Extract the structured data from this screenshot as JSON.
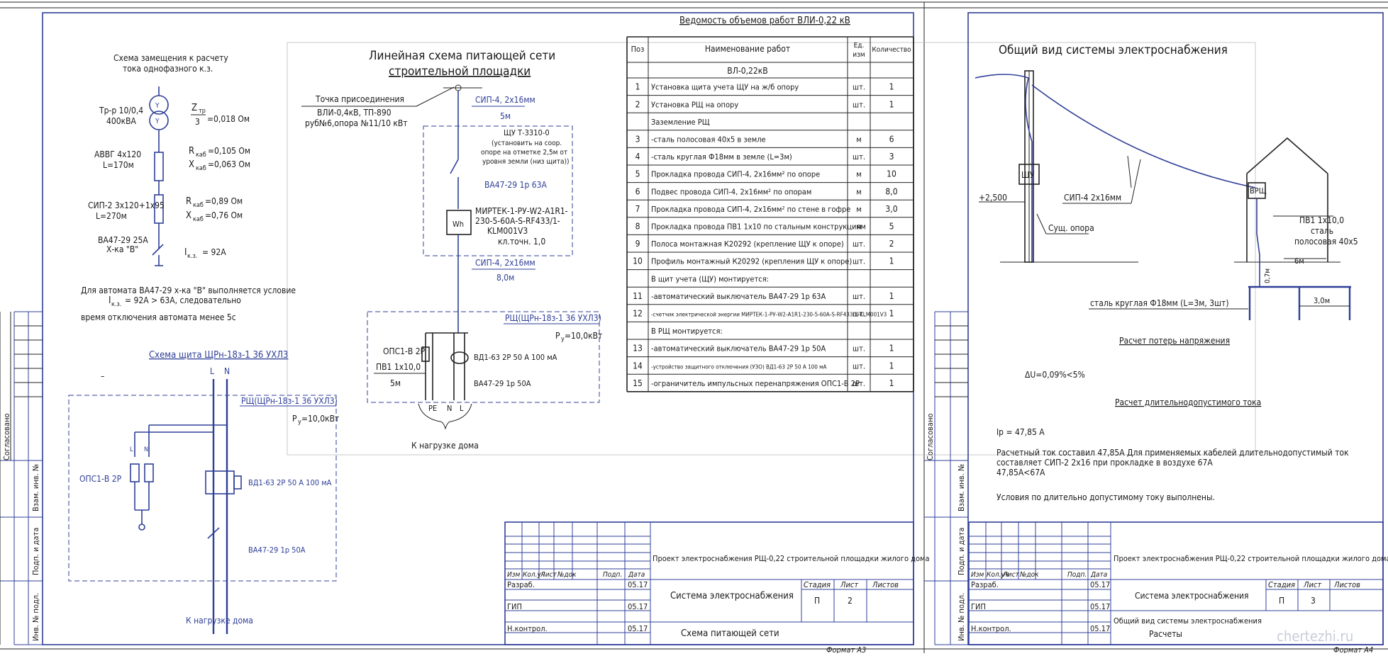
{
  "sheet1": {
    "format_label": "Формат А3",
    "calc_scheme": {
      "title_l1": "Схема замещения к расчету",
      "title_l2": "тока однофазного к.з.",
      "tr_l1": "Тр-р 10/0,4",
      "tr_l2": "400кВА",
      "ztr_label": "Z",
      "ztr_sub": "тр",
      "ztr_den": "3",
      "ztr_val": "=0,018 Ом",
      "cable1_l1": "АВВГ 4х120",
      "cable1_l2": "L=170м",
      "r1_label": "R",
      "r1_sub": "каб",
      "r1_val": "=0,105 Ом",
      "x1_label": "X",
      "x1_sub": "каб",
      "x1_val": "=0,063 Ом",
      "cable2_l1": "СИП-2 3х120+1х95",
      "cable2_l2": "L=270м",
      "r2_label": "R",
      "r2_sub": "каб",
      "r2_val": "=0,89 Ом",
      "x2_label": "X",
      "x2_sub": "каб",
      "x2_val": "=0,76 Ом",
      "breaker_l1": "ВА47-29 25А",
      "breaker_l2": "Х-ка \"В\"",
      "ik_label": "I",
      "ik_sub": "к.з.",
      "ik_val": "= 92А",
      "cond_l1": "Для автомата ВА47-29 х-ка \"В\" выполняется условие",
      "cond_l2_a": "I",
      "cond_l2_sub": "к.з.",
      "cond_l2_b": "= 92А > 63А, следовательно",
      "cond_l3": "время отключения автомата менее 5с"
    },
    "panel_scheme": {
      "title": "Схема щита ЩРн-18з-1 36 УХЛ3",
      "box_label": "РЩ(ЩРн-18з-1 36 УХЛ3)",
      "pu_label": "Р",
      "pu_sub": "у",
      "pu_val": "=10,0кВт",
      "L": "L",
      "N": "N",
      "opn": "ОПС1-В 2Р",
      "uzo": "ВД1-63 2Р 50 А 100 мА",
      "breaker": "ВА47-29 1р 50А",
      "to_load": "К нагрузке дома",
      "dash_mark": "–"
    },
    "line_scheme": {
      "title_l1": "Линейная схема питающей сети",
      "title_l2": "строительной площадки",
      "conn_l1": "Точка присоединения",
      "conn_l2": "ВЛИ-0,4кВ, ТП-890",
      "conn_l3": "руб№6,опора №11/10 кВт",
      "sip1": "СИП-4, 2х16мм",
      "sip1_len": "5м",
      "shu_l1": "ЩУ Т-3310-0",
      "shu_l2": "(установить на соор.",
      "shu_l3": "опоре на отметке 2,5м от",
      "shu_l4": "уровня земли (низ щита))",
      "ba63": "ВА47-29 1р 63А",
      "wh": "Wh",
      "meter_l1": "МИРТЕК-1-РУ-W2-А1R1-",
      "meter_l2": "230-5-60А-S-RF433/1-",
      "meter_l3": "KLM001V3",
      "meter_l4": "кл.точн. 1,0",
      "sip2": "СИП-4, 2х16мм",
      "sip2_len": "8,0м",
      "rsh": "РЩ(ЩРн-18з-1 36 УХЛ3)",
      "pu_label": "Р",
      "pu_sub": "у",
      "pu_val": "=10,0кВт",
      "opn": "ОПС1-В 2Р",
      "pv": "ПВ1 1х10,0",
      "pv_len": "5м",
      "uzo": "ВД1-63 2Р 50 А 100 мА",
      "ba50": "ВА47-29 1р 50А",
      "pe": "PE",
      "n": "N",
      "l": "L",
      "to_load": "К нагрузке дома"
    },
    "work_table": {
      "title": "Ведомость объемов работ ВЛИ-0,22 кВ",
      "h_pos": "Поз",
      "h_name": "Наименование работ",
      "h_unit_l1": "Ед.",
      "h_unit_l2": "изм",
      "h_qty": "Количество",
      "section1": "ВЛ-0,22кВ",
      "rows": [
        {
          "pos": "1",
          "name": "Установка щита учета ЩУ на ж/б опору",
          "unit": "шт.",
          "qty": "1"
        },
        {
          "pos": "2",
          "name": "Установка РЩ на опору",
          "unit": "шт.",
          "qty": "1"
        },
        {
          "pos": "",
          "name": "Заземление РЩ",
          "unit": "",
          "qty": ""
        },
        {
          "pos": "3",
          "name": "-сталь полосовая 40х5 в земле",
          "unit": "м",
          "qty": "6"
        },
        {
          "pos": "4",
          "name": "-сталь круглая Ф18мм в земле (L=3м)",
          "unit": "шт.",
          "qty": "3"
        },
        {
          "pos": "5",
          "name": "Прокладка провода СИП-4, 2х16мм² по опоре",
          "unit": "м",
          "qty": "10"
        },
        {
          "pos": "6",
          "name": "Подвес провода СИП-4, 2х16мм² по опорам",
          "unit": "м",
          "qty": "8,0"
        },
        {
          "pos": "7",
          "name": "Прокладка провода СИП-4, 2х16мм² по стене в гофре",
          "unit": "м",
          "qty": "3,0"
        },
        {
          "pos": "8",
          "name": "Прокладка провода ПВ1 1х10 по стальным конструкциям",
          "unit": "м",
          "qty": "5"
        },
        {
          "pos": "9",
          "name": "Полоса монтажная К20292 (крепление ЩУ к опоре)",
          "unit": "шт.",
          "qty": "2"
        },
        {
          "pos": "10",
          "name": "Профиль монтажный К20292 (крепления ЩУ к опоре)",
          "unit": "шт.",
          "qty": "1"
        },
        {
          "pos": "",
          "name": "В щит учета (ЩУ) монтируется:",
          "unit": "",
          "qty": ""
        },
        {
          "pos": "11",
          "name": "-автоматический выключатель ВА47-29 1р 63А",
          "unit": "шт.",
          "qty": "1"
        },
        {
          "pos": "12",
          "name": "-счетчик электрической энергии МИРТЕК-1-РУ-W2-А1R1-230-5-60А-S-RF433/1-KLM001V3",
          "unit": "шт.",
          "qty": "1"
        },
        {
          "pos": "",
          "name": "В РЩ монтируется:",
          "unit": "",
          "qty": ""
        },
        {
          "pos": "13",
          "name": "-автоматический выключатель ВА47-29 1р 50А",
          "unit": "шт.",
          "qty": "1"
        },
        {
          "pos": "14",
          "name": "-устройство защитного отключения (УЗО) ВД1-63 2Р 50 А 100 мА",
          "unit": "шт.",
          "qty": "1"
        },
        {
          "pos": "15",
          "name": "-ограничитель импульсных перенапряжения ОПС1-В 2Р",
          "unit": "шт.",
          "qty": "1"
        }
      ]
    },
    "title_block": {
      "project": "Проект электроснабжения РЩ-0,22 строительной площадки жилого дома",
      "h_izm": "Изм",
      "h_kol": "Кол.уч",
      "h_list": "Лист",
      "h_doc": "№док",
      "h_podp": "Подп.",
      "h_date": "Дата",
      "r1_role": "Разраб.",
      "r1_date": "05.17",
      "r2_role": "ГИП",
      "r2_date": "05.17",
      "r3_role": "Н.контрол.",
      "r3_date": "05.17",
      "system": "Система электроснабжения",
      "sheet_name": "Схема питающей сети",
      "h_stage": "Стадия",
      "h_sheet": "Лист",
      "h_sheets": "Листов",
      "stage": "П",
      "sheet": "2"
    },
    "side_labels": [
      "Согласовано",
      "Взам. инв. №",
      "Подп. и дата",
      "Инв. № подл."
    ]
  },
  "sheet2": {
    "format_label": "Формат А4",
    "title": "Общий вид системы электроснабжения",
    "shu": "ЩУ",
    "vrsh": "ВРЩ",
    "elev": "+2,500",
    "sip": "СИП-4 2х16мм",
    "pole": "Сущ. опора",
    "pv_l1": "ПВ1 1х10,0",
    "pv_l2": "сталь",
    "pv_l3": "полосовая 40х5",
    "dim_6": "6м",
    "dim_07": "0,7м",
    "dim_3": "3,0м",
    "rod": "сталь круглая Ф18мм (L=3м, 3шт)",
    "calc_loss_title": "Расчет потерь напряжения",
    "delta_u": "ΔU=0,09%<5%",
    "calc_current_title": "Расчет длительнодопустимого тока",
    "ip": "Iр = 47,85 А",
    "text_l1": "Расчетный ток составил 47,85А Для применяемых кабелей длительнодопустимый ток",
    "text_l2": "составляет СИП-2 2х16 при прокладке в воздухе 67А",
    "text_l3": "47,85А<67А",
    "text_l4": "Условия по длительно допустимому току выполнены.",
    "title_block": {
      "project": "Проект электроснабжения РЩ-0,22 строительной площадки жилого дома",
      "h_izm": "Изм",
      "h_kol": "Кол.уч",
      "h_list": "Лист",
      "h_doc": "№док",
      "h_podp": "Подп.",
      "h_date": "Дата",
      "r1_role": "Разраб.",
      "r1_date": "05.17",
      "r2_role": "ГИП",
      "r2_date": "05.17",
      "r3_role": "Н.контрол.",
      "r3_date": "05.17",
      "system": "Система электроснабжения",
      "sheet_name_l1": "Общий вид системы электроснабжения",
      "sheet_name_l2": "Расчеты",
      "h_stage": "Стадия",
      "h_sheet": "Лист",
      "h_sheets": "Листов",
      "stage": "П",
      "sheet": "3"
    },
    "side_labels": [
      "Согласовано",
      "Взам. инв. №",
      "Подп. и дата",
      "Инв. № подл."
    ]
  },
  "watermark": "chertezhi.ru"
}
